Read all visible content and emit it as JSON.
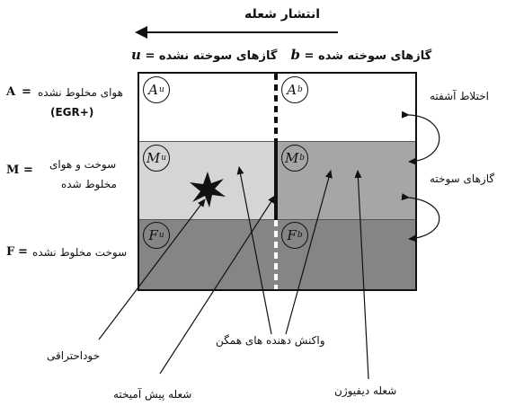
{
  "header": {
    "flame_propagation": "انتشار شعله",
    "u_symbol": "u",
    "unburned_label": "گازهای سوخته نشده",
    "b_symbol": "b",
    "burned_label": "گازهای سوخته شده",
    "equals": "="
  },
  "zones": [
    {
      "symbol": "A",
      "fill": "#ffffff"
    },
    {
      "symbol": "M",
      "fill_unburned": "#d5d5d5",
      "fill_burned": "#a6a6a6"
    },
    {
      "symbol": "F",
      "fill": "#858585"
    }
  ],
  "circles": {
    "au": {
      "base": "A",
      "sup": "u"
    },
    "ab": {
      "base": "A",
      "sup": "b"
    },
    "mu": {
      "base": "M",
      "sup": "u"
    },
    "mb": {
      "base": "M",
      "sup": "b"
    },
    "fu": {
      "base": "F",
      "sup": "u"
    },
    "fb": {
      "base": "F",
      "sup": "b"
    }
  },
  "left_labels": {
    "a_letter": "A",
    "a_text": "هوای مخلوط نشده",
    "a_egr": "(EGR+)",
    "m_letter": "M",
    "m_line1": "سوخت و هوای",
    "m_line2": "مخلوط شده",
    "f_letter": "F",
    "f_text": "سوخت مخلوط نشده"
  },
  "right_labels": {
    "turbulent_mixing": "اختلاط آشفته",
    "burned_gases": "گازهای سوخته"
  },
  "bottom_labels": {
    "autoignition": "خوداحتراقی",
    "premixed_flame": "شعله پیش آمیخته",
    "homogeneous_reactants": "واکنش دهنده های همگن",
    "diffusion_flame": "شعله دیفیوژن"
  }
}
